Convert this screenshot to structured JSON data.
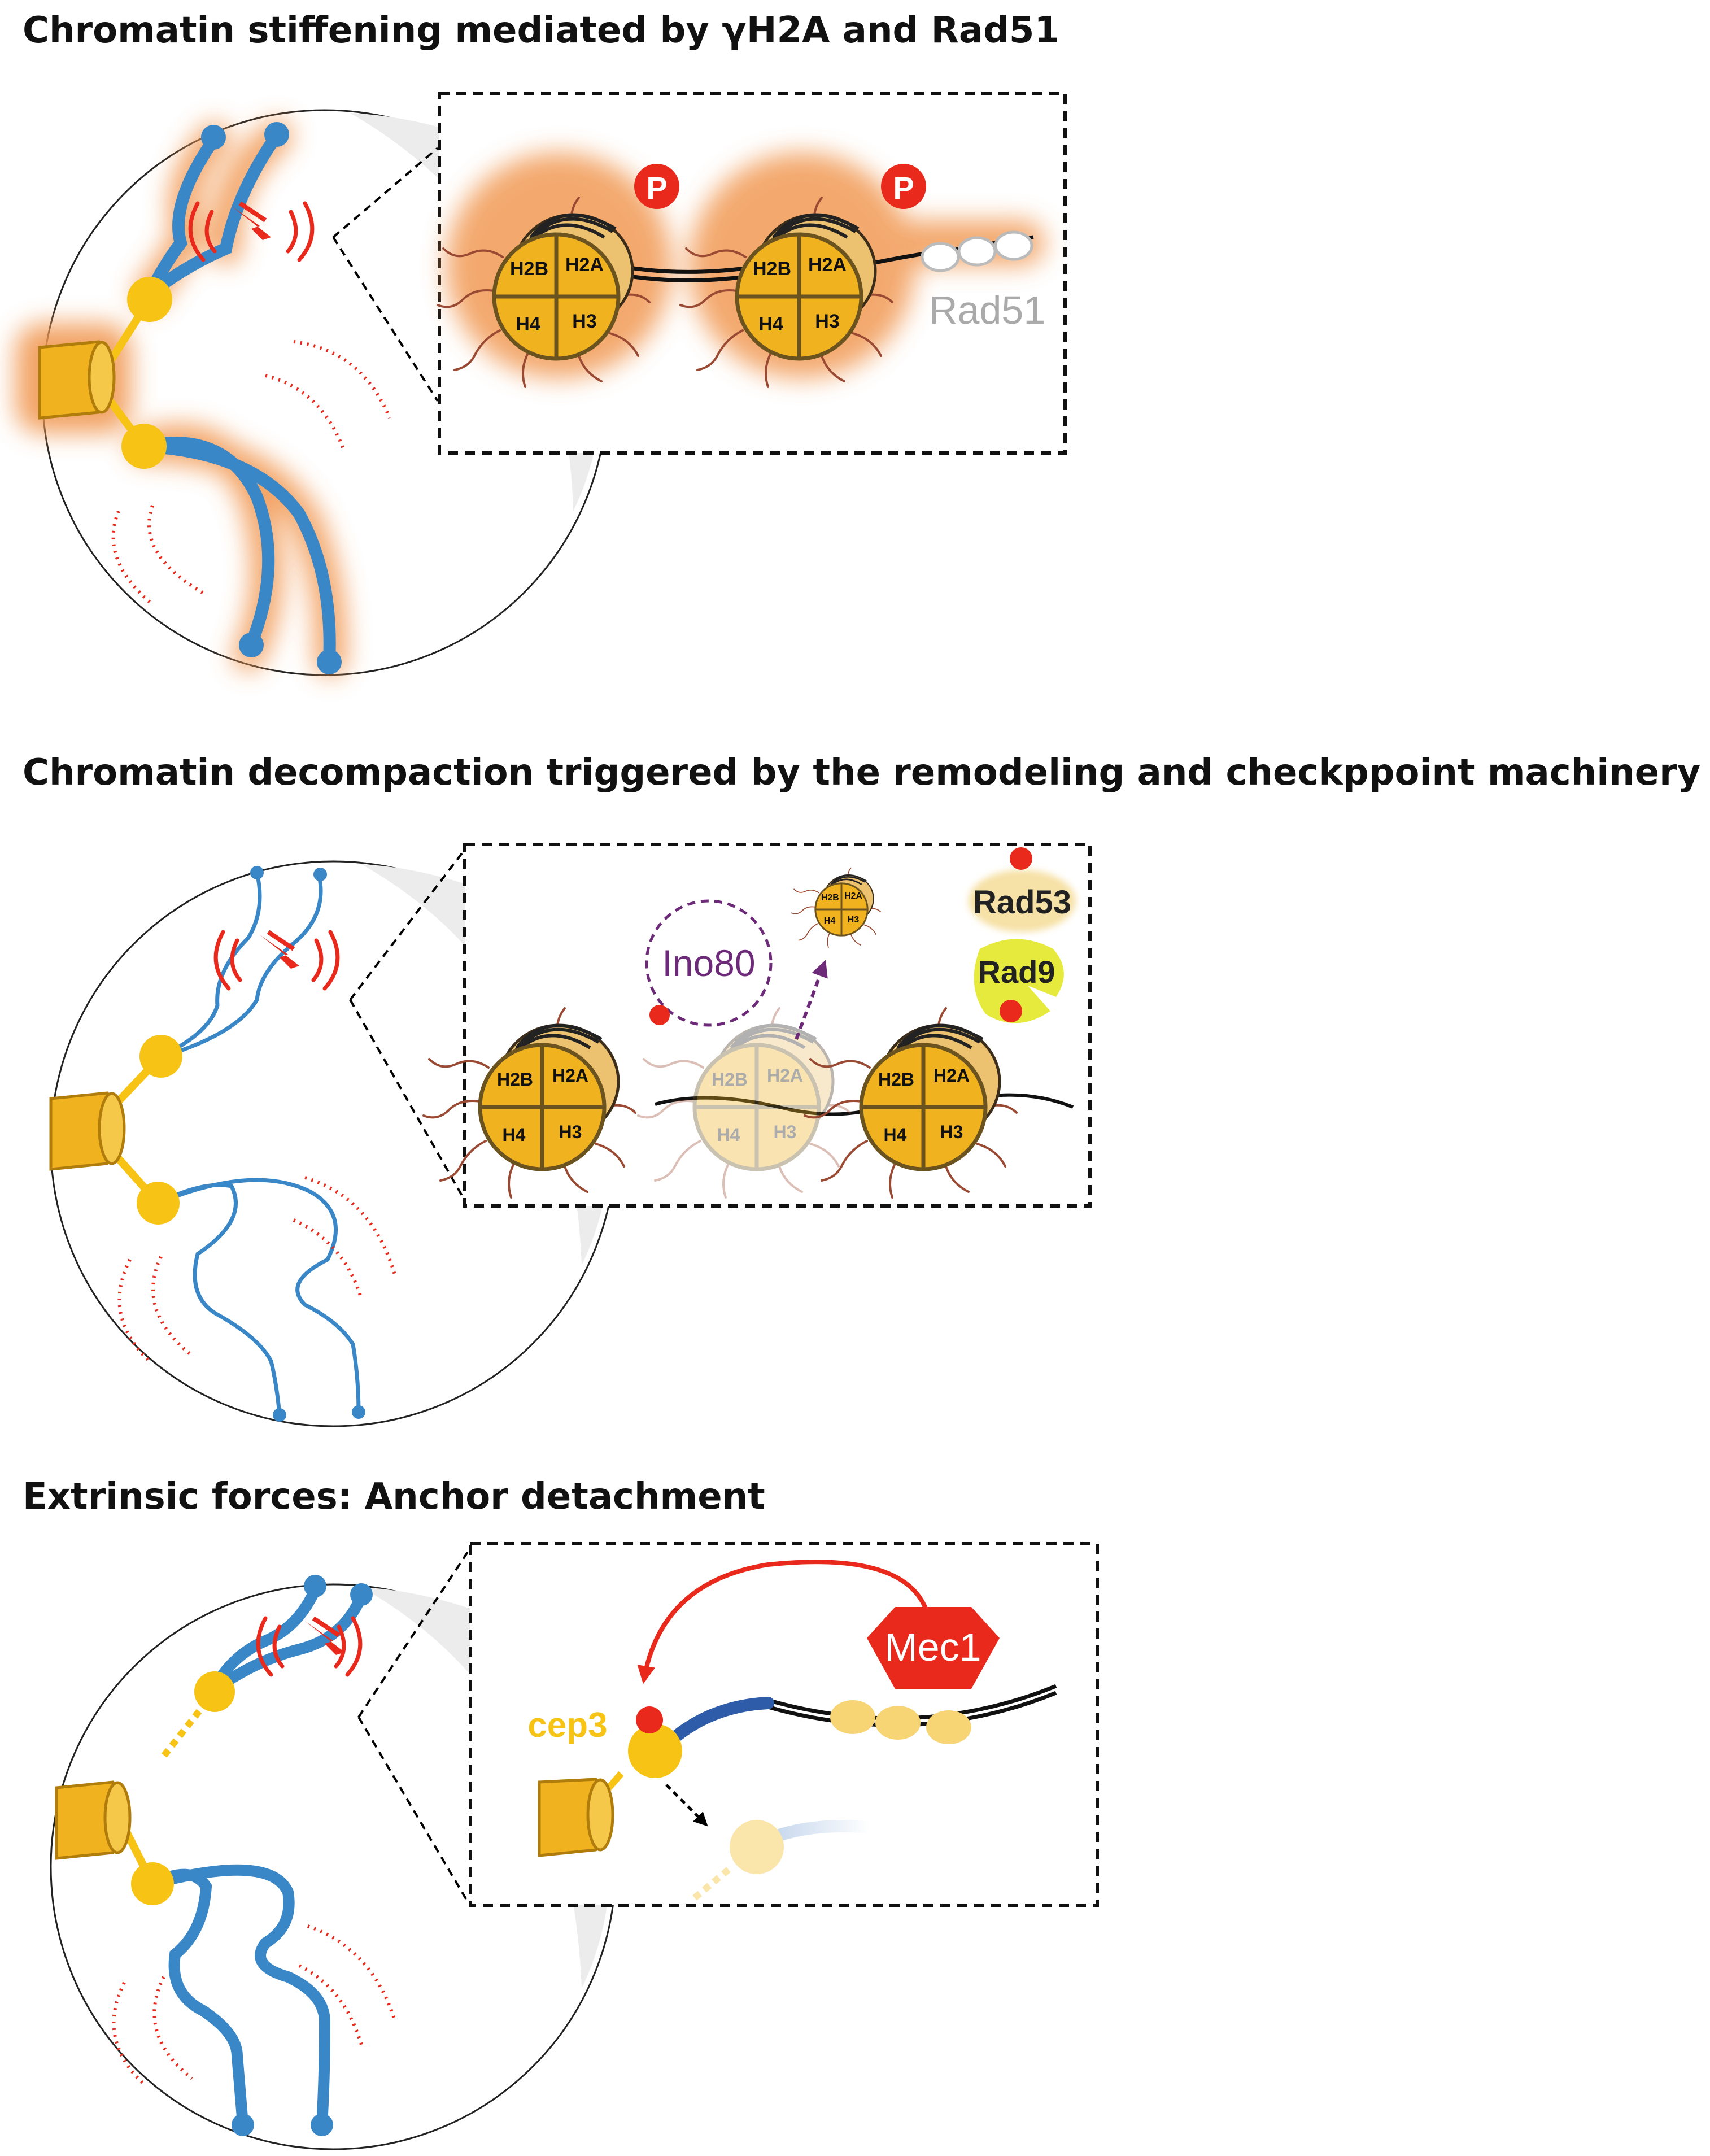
{
  "panels": [
    {
      "title": "Chromatin stiffening mediated by γH2A and Rad51",
      "histones": [
        "H2B",
        "H2A",
        "H4",
        "H3"
      ],
      "phospho_label": "P",
      "protein_label": "Rad51"
    },
    {
      "title": "Chromatin decompaction triggered by the remodeling and checkppoint machinery",
      "histones": [
        "H2B",
        "H2A",
        "H4",
        "H3"
      ],
      "remodeler_label": "Ino80",
      "checkpoint_labels": [
        "Rad53",
        "Rad9"
      ]
    },
    {
      "title": "Extrinsic forces: Anchor detachment",
      "kinase_label": "Mec1",
      "anchor_label": "cep3"
    }
  ],
  "colors": {
    "chromatin": "#3a87c8",
    "yellow": "#f7c416",
    "nucleosome": "#f0b21f",
    "damage": "#e8291c",
    "glow": "#f19a55",
    "ino80": "#6c2a78",
    "rad9": "#e6ea3c"
  }
}
